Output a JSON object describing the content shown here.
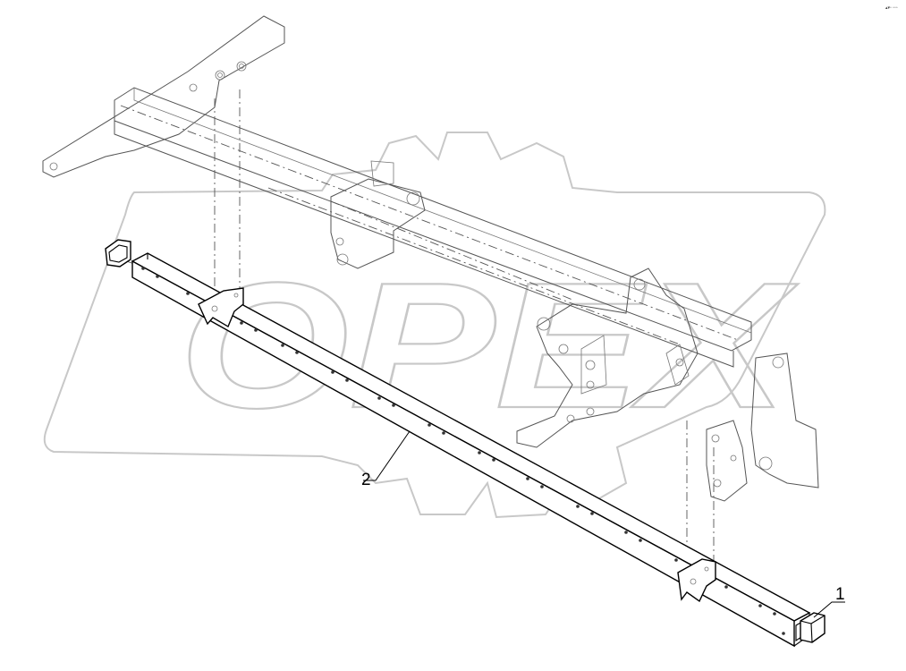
{
  "callouts": [
    {
      "label": "1"
    },
    {
      "label": "2"
    }
  ],
  "watermark": {
    "text": "OPEX"
  },
  "corner_mark": {
    "text": "▴▾▫ ▫▫▫"
  }
}
